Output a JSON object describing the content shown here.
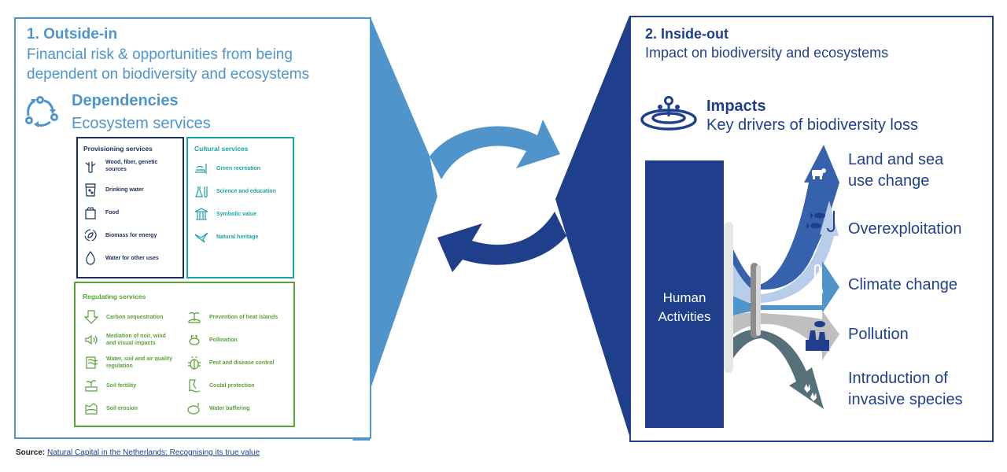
{
  "left_panel": {
    "title": "1. Outside-in",
    "subtitle_line1": "Financial risk & opportunities from being",
    "subtitle_line2": "dependent on biodiversity and ecosystems",
    "section_title": "Dependencies",
    "section_subtitle": "Ecosystem services",
    "provisioning": {
      "title": "Provisioning services",
      "items": [
        {
          "icon": "tree-icon",
          "label_line1": "Wood, fiber, genetic",
          "label_line2": "sources"
        },
        {
          "icon": "water-glass-icon",
          "label_line1": "Drinking water",
          "label_line2": ""
        },
        {
          "icon": "food-bag-icon",
          "label_line1": "Food",
          "label_line2": ""
        },
        {
          "icon": "leaf-cycle-icon",
          "label_line1": "Biomass for energy",
          "label_line2": ""
        },
        {
          "icon": "water-drop-icon",
          "label_line1": "Water for other uses",
          "label_line2": ""
        }
      ]
    },
    "cultural": {
      "title": "Cultural services",
      "items": [
        {
          "icon": "recreation-icon",
          "label": "Green recreation"
        },
        {
          "icon": "lab-flask-icon",
          "label": "Science and education"
        },
        {
          "icon": "temple-icon",
          "label": "Symbolic value"
        },
        {
          "icon": "bird-icon",
          "label": "Natural heritage"
        }
      ]
    },
    "regulating": {
      "title": "Regulating services",
      "items_left": [
        {
          "icon": "co2-arrow-icon",
          "label_line1": "Carbon sequestration",
          "label_line2": ""
        },
        {
          "icon": "speaker-icon",
          "label_line1": "Mediation of noir, wind",
          "label_line2": "and visual impacts"
        },
        {
          "icon": "air-quality-icon",
          "label_line1": "Water, soil and air quality",
          "label_line2": "regulation"
        },
        {
          "icon": "sprout-icon",
          "label_line1": "Soil fertility",
          "label_line2": ""
        },
        {
          "icon": "erosion-icon",
          "label_line1": "Soil erosion",
          "label_line2": ""
        }
      ],
      "items_right": [
        {
          "icon": "palm-island-icon",
          "label": "Prevention of heat islands"
        },
        {
          "icon": "bee-icon",
          "label": "Pollination"
        },
        {
          "icon": "beetle-icon",
          "label": "Pest and disease control"
        },
        {
          "icon": "coast-icon",
          "label": "Costal protection"
        },
        {
          "icon": "hippo-icon",
          "label": "Water buffering"
        }
      ]
    }
  },
  "right_panel": {
    "title": "2. Inside-out",
    "subtitle": "Impact on biodiversity and ecosystems",
    "section_title": "Impacts",
    "section_subtitle": "Key drivers of biodiversity loss",
    "source_block": {
      "label_line1": "Human",
      "label_line2": "Activities"
    },
    "drivers": [
      {
        "label_line1": "Land and sea",
        "label_line2": "use change",
        "icon": "cow-icon",
        "color": "#3561ad"
      },
      {
        "label_line1": "Overexploitation",
        "label_line2": "",
        "icon": "fish-hook-icon",
        "color": "#b7cde9"
      },
      {
        "label_line1": "Climate change",
        "label_line2": "",
        "icon": "thermometer-icon",
        "color": "#4f94cb"
      },
      {
        "label_line1": "Pollution",
        "label_line2": "",
        "icon": "factory-icon",
        "color": "#bfbfbf"
      },
      {
        "label_line1": "Introduction of",
        "label_line2": "invasive species",
        "icon": "footprints-icon",
        "color": "#56707a"
      }
    ]
  },
  "colors": {
    "light_blue": "#4f94cb",
    "dark_blue": "#1f3f8d",
    "provisioning": "#1c2f5a",
    "cultural": "#1aa3a3",
    "regulating": "#5aa23a"
  },
  "source": {
    "label": "Source:",
    "link_text": "Natural Capital in the Netherlands: Recognising its true value"
  }
}
